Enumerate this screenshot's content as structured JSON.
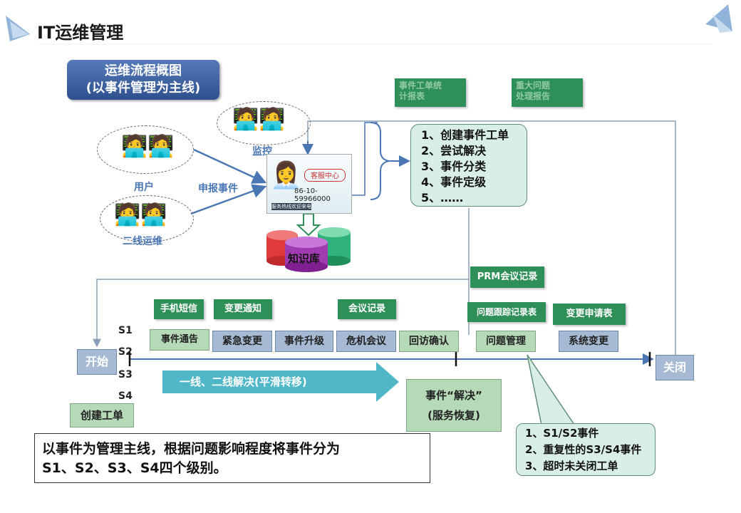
{
  "title": "IT运维管理",
  "subtitle": {
    "line1": "运维流程概图",
    "line2": "(以事件管理为主线)"
  },
  "top_flags": {
    "report1": "事件工单统\n计报表",
    "report2": "重大问题\n处理报告"
  },
  "roles": {
    "monitor": "监控",
    "user": "用户",
    "second_line": "二线运维",
    "report_event": "申报事件"
  },
  "service_desk": {
    "name": "客服中心",
    "phone": "86-10-59966000",
    "caption": "服务热线欢迎来电"
  },
  "knowledge_base": "知识库",
  "steps": [
    "1、创建事件工单",
    "2、尝试解决",
    "3、事件分类",
    "4、事件定级",
    "5、……"
  ],
  "prm_record": "PRM会议记录",
  "flags": {
    "sms": "手机短信",
    "change_notice": "变更通知",
    "meeting": "会议记录",
    "problem_track": "问题跟踪记录表",
    "change_request": "变更申请表"
  },
  "levels": [
    "S1",
    "S2",
    "S3",
    "S4"
  ],
  "process": {
    "incident_notice": "事件通告",
    "urgent_change": "紧急变更",
    "escalation": "事件升级",
    "crisis_meeting": "危机会议",
    "followup": "回访确认",
    "problem_mgmt": "问题管理",
    "system_change": "系统变更"
  },
  "endpoints": {
    "start": "开始",
    "close": "关闭"
  },
  "big_arrow": "一线、二线解决(平滑转移)",
  "create_ticket": "创建工单",
  "resolved": {
    "line1": "事件“解决”",
    "line2": "(服务恢复)"
  },
  "callout": [
    "1、S1/S2事件",
    "2、重复性的S3/S4事件",
    "3、超时未关闭工单"
  ],
  "note": {
    "line1": "以事件为管理主线，根据问题影响程度将事件分为",
    "line2": "S1、S2、S3、S4四个级别。"
  },
  "colors": {
    "accent_blue": "#4a77b4",
    "flag_green": "#2f8f58",
    "box_green": "#b6d9b8",
    "box_blue": "#a7bad3"
  }
}
